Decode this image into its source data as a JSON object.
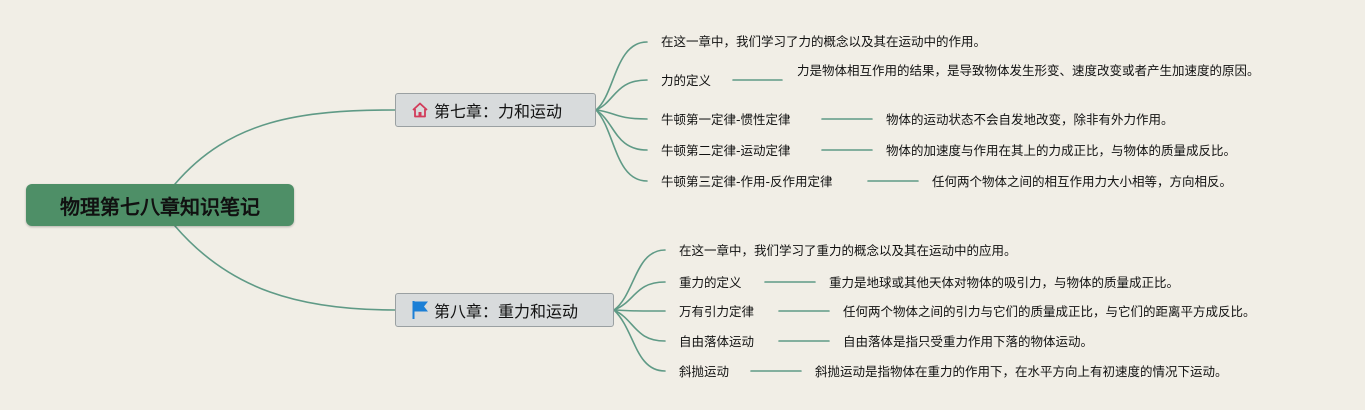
{
  "root": {
    "title": "物理第七八章知识笔记"
  },
  "chapter7": {
    "title": "第七章：力和运动",
    "icon": "house-icon",
    "intro": "在这一章中，我们学习了力的概念以及其在运动中的作用。",
    "items": [
      {
        "label": "力的定义",
        "desc": "力是物体相互作用的结果，是导致物体发生形变、速度改变或者产生加速度的原因。"
      },
      {
        "label": "牛顿第一定律-惯性定律",
        "desc": "物体的运动状态不会自发地改变，除非有外力作用。"
      },
      {
        "label": "牛顿第二定律-运动定律",
        "desc": "物体的加速度与作用在其上的力成正比，与物体的质量成反比。"
      },
      {
        "label": "牛顿第三定律-作用-反作用定律",
        "desc": "任何两个物体之间的相互作用力大小相等，方向相反。"
      }
    ]
  },
  "chapter8": {
    "title": "第八章：重力和运动",
    "icon": "flag-icon",
    "intro": "在这一章中，我们学习了重力的概念以及其在运动中的应用。",
    "items": [
      {
        "label": "重力的定义",
        "desc": "重力是地球或其他天体对物体的吸引力，与物体的质量成正比。"
      },
      {
        "label": "万有引力定律",
        "desc": "任何两个物体之间的引力与它们的质量成正比，与它们的距离平方成反比。"
      },
      {
        "label": "自由落体运动",
        "desc": "自由落体是指只受重力作用下落的物体运动。"
      },
      {
        "label": "斜抛运动",
        "desc": "斜抛运动是指物体在重力的作用下，在水平方向上有初速度的情况下运动。"
      }
    ]
  },
  "colors": {
    "root_fill": "#4e8f67",
    "link": "#5f9a86",
    "chapter_fill": "#d8dbdc",
    "background": "#f1eee6",
    "house_icon": "#d23b5a",
    "flag_icon": "#1b7fd6"
  }
}
